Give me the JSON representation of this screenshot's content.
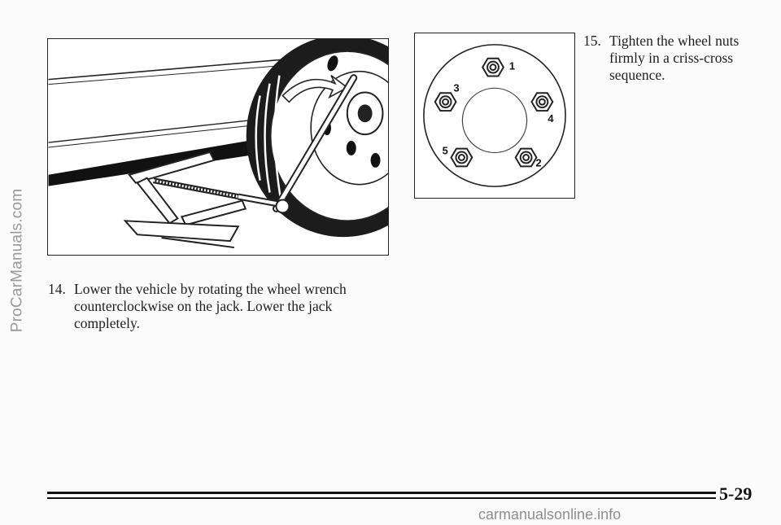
{
  "watermarks": {
    "side": "ProCarManuals.com",
    "bottom": "carmanualsonline.info"
  },
  "figures": {
    "jack": {
      "icon": "jack-and-wheel-wrench-illustration"
    },
    "lug_pattern": {
      "icon": "lug-nut-sequence-diagram",
      "labels": [
        "1",
        "2",
        "3",
        "4",
        "5"
      ]
    }
  },
  "steps": [
    {
      "number": "14.",
      "text": "Lower the vehicle by rotating the wheel wrench counterclockwise on the jack. Lower the jack completely."
    },
    {
      "number": "15.",
      "text": "Tighten the wheel nuts firmly in a criss-cross sequence."
    }
  ],
  "footer": {
    "page_number": "5-29"
  }
}
